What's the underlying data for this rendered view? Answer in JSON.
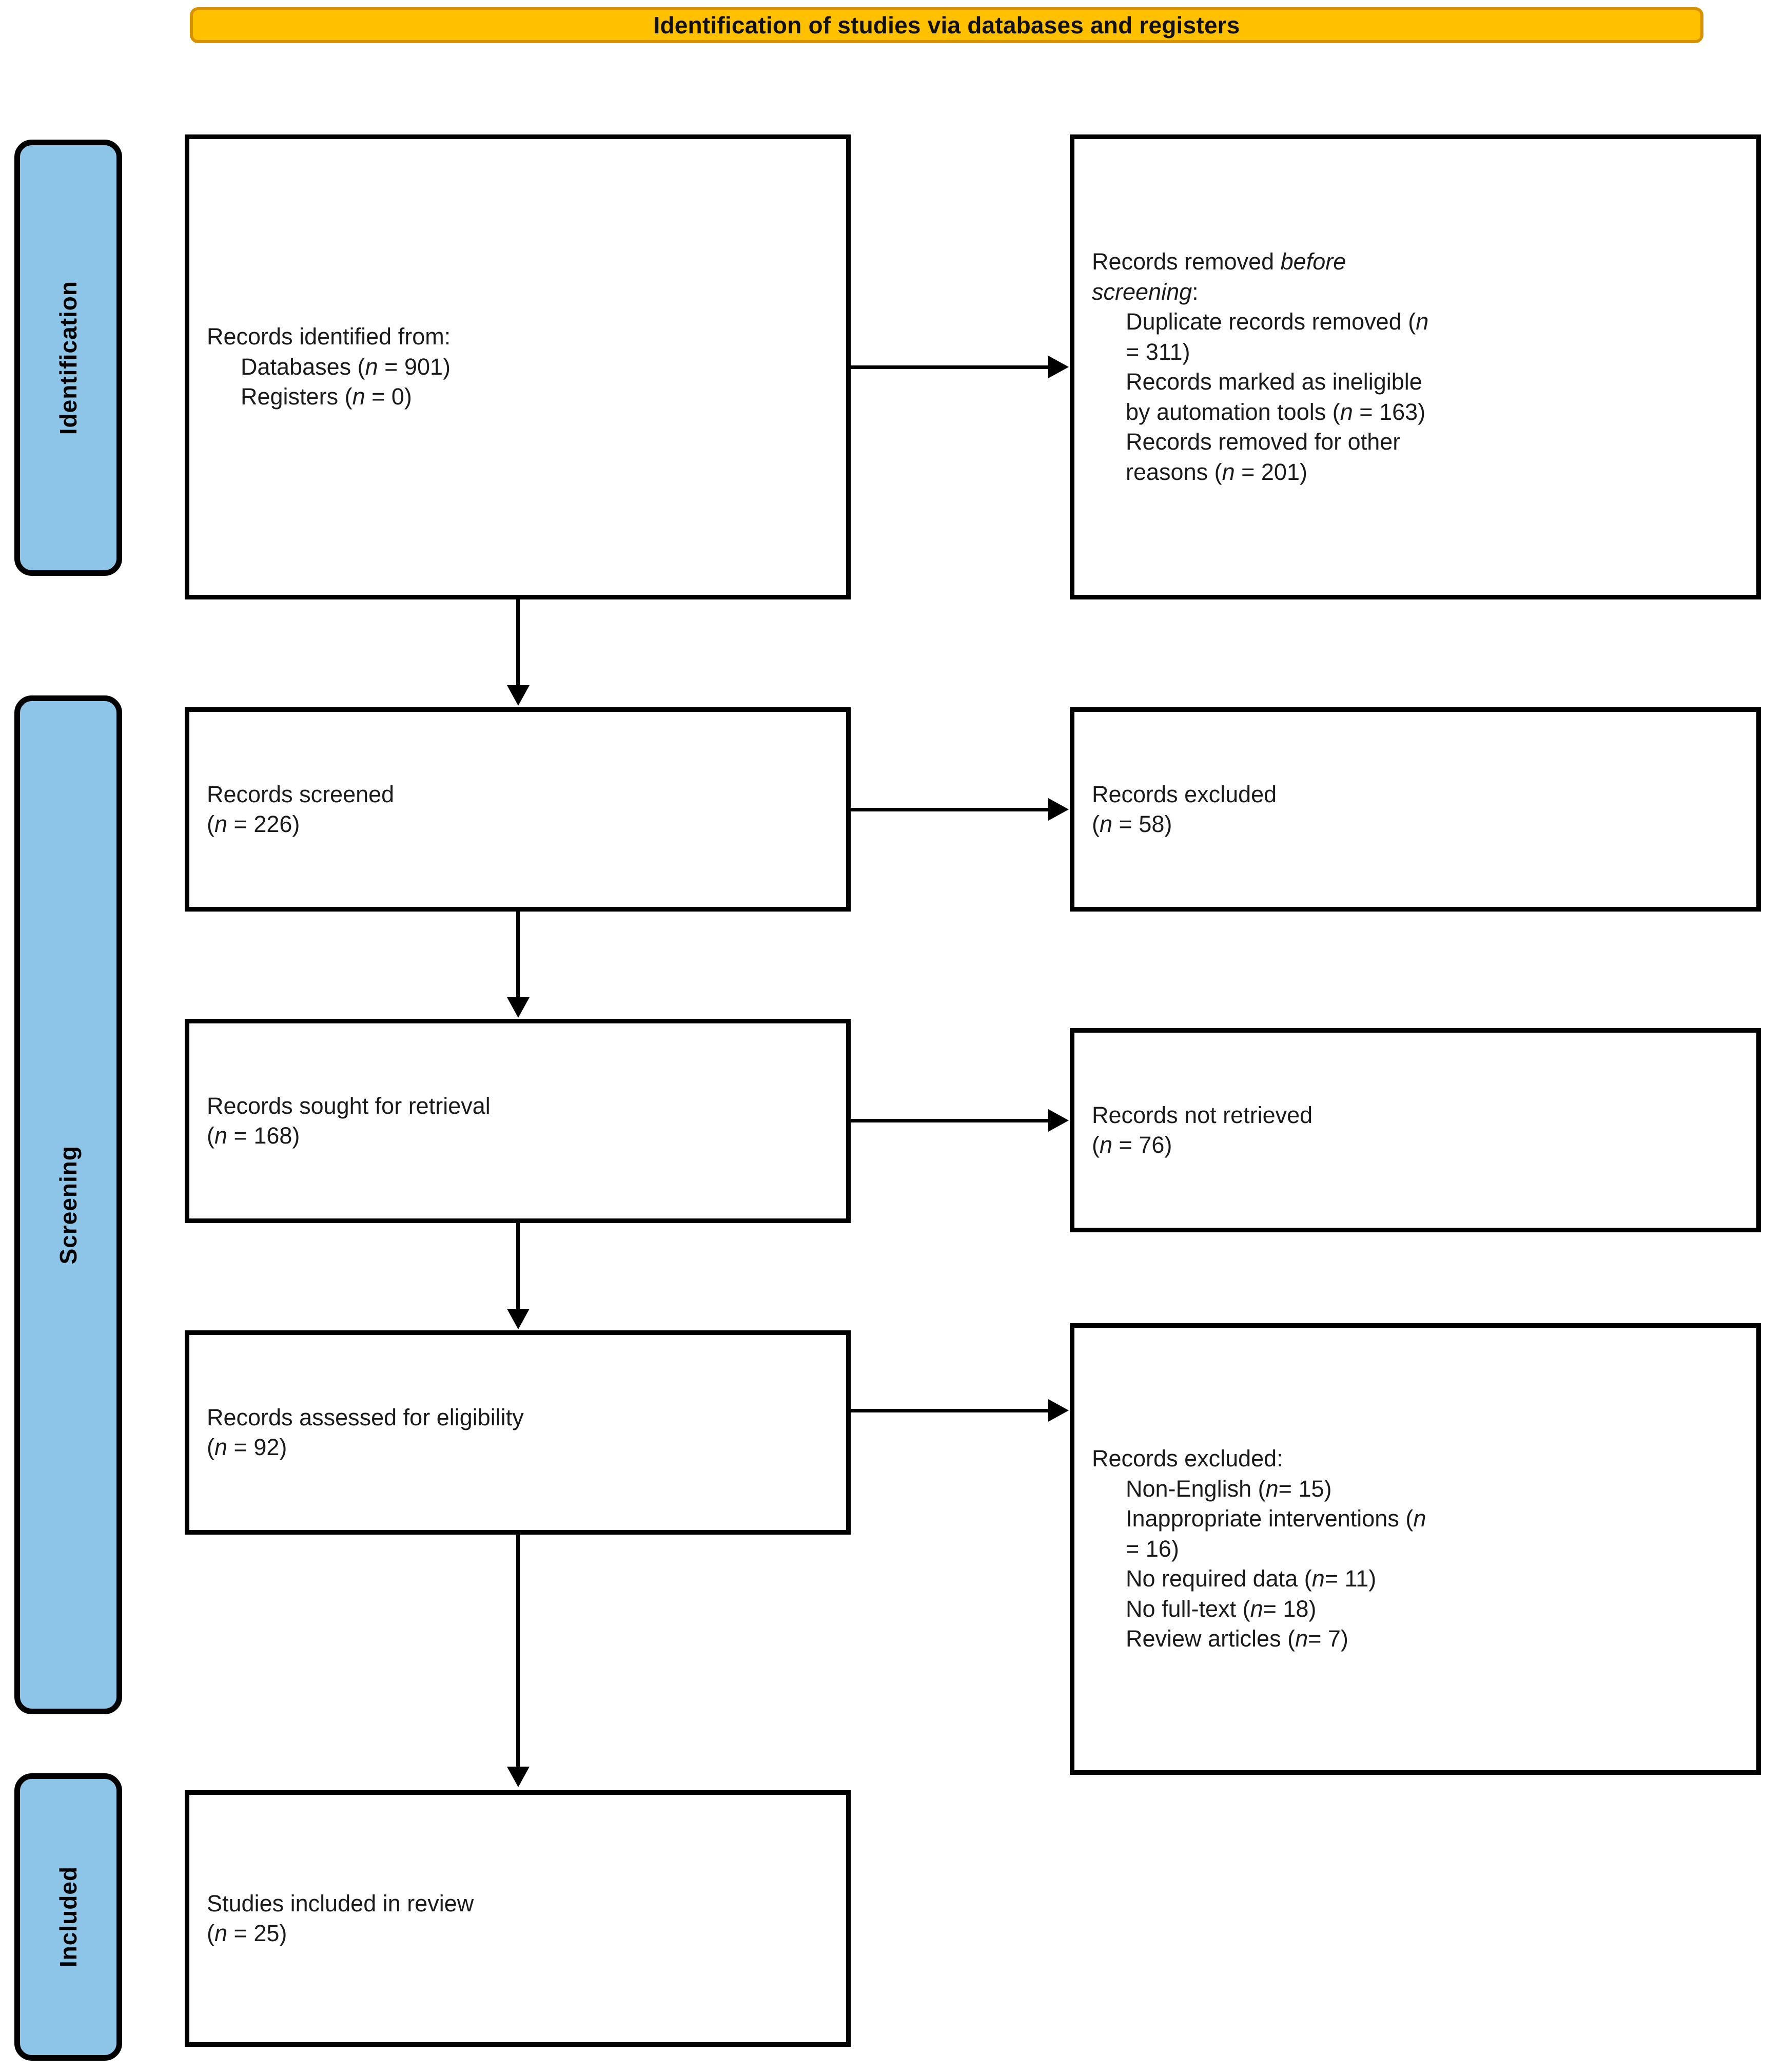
{
  "banner": {
    "title": "Identification of studies via databases and registers",
    "fill": "#FFC000",
    "stroke": "#D79200"
  },
  "rails": {
    "fill": "#8CC5E8",
    "items": [
      {
        "label": "Identification"
      },
      {
        "label": "Screening"
      },
      {
        "label": "Included"
      }
    ]
  },
  "boxes": {
    "identified": {
      "lines": [
        {
          "text": "Records identified from:",
          "indent": false
        },
        {
          "text": "Databases (",
          "indent": true,
          "em": "n",
          "tail": " = 901)"
        },
        {
          "text": "Registers (",
          "indent": true,
          "em": "n",
          "tail": " = 0)"
        }
      ],
      "l0": "Records identified from:",
      "l1_pre": "Databases (",
      "l1_em": "n",
      "l1_post": " = 901)",
      "l2_pre": "Registers (",
      "l2_em": "n",
      "l2_post": " = 0)"
    },
    "removed_before_screening": {
      "l0_pre": "Records removed ",
      "l0_em": "before",
      "l1_em": "screening",
      "l1_post": ":",
      "l2_pre": "Duplicate records removed (",
      "l2_em": "n",
      "l3": "= 311)",
      "l4": "Records marked as ineligible",
      "l5_pre": "by automation tools (",
      "l5_em": "n",
      "l5_post": " = 163)",
      "l6": "Records removed for other",
      "l7_pre": "reasons (",
      "l7_em": "n",
      "l7_post": " = 201)"
    },
    "screened": {
      "l0": "Records screened",
      "l1_pre": "(",
      "l1_em": "n",
      "l1_post": " = 226)"
    },
    "excluded_screening": {
      "l0": "Records excluded",
      "l1_pre": "(",
      "l1_em": "n",
      "l1_post": " = 58)"
    },
    "sought": {
      "l0": "Records sought for retrieval",
      "l1_pre": "(",
      "l1_em": "n",
      "l1_post": " = 168)"
    },
    "not_retrieved": {
      "l0": "Records not retrieved",
      "l1_pre": "(",
      "l1_em": "n",
      "l1_post": " = 76)"
    },
    "assessed": {
      "l0": "Records assessed for eligibility",
      "l1_pre": "(",
      "l1_em": "n",
      "l1_post": " = 92)"
    },
    "excluded_eligibility": {
      "l0": "Records excluded:",
      "l1_pre": "Non-English (",
      "l1_em": "n",
      "l1_post": "= 15)",
      "l2_pre": "Inappropriate interventions (",
      "l2_em": "n",
      "l3": "= 16)",
      "l4_pre": "No required data (",
      "l4_em": "n",
      "l4_post": "= 11)",
      "l5_pre": "No full-text (",
      "l5_em": "n",
      "l5_post": "= 18)",
      "l6_pre": "Review articles (",
      "l6_em": "n",
      "l6_post": "= 7)"
    },
    "included": {
      "l0": "Studies included in review",
      "l1_pre": "(",
      "l1_em": "n",
      "l1_post": " = 25)"
    }
  },
  "chart_data": {
    "type": "diagram",
    "title": "PRISMA 2020 flow diagram — Identification of studies via databases and registers",
    "stages": [
      {
        "stage": "Identification",
        "nodes": [
          {
            "label": "Records identified from: Databases",
            "n": 901
          },
          {
            "label": "Records identified from: Registers",
            "n": 0
          },
          {
            "label": "Duplicate records removed",
            "n": 311
          },
          {
            "label": "Records marked as ineligible by automation tools",
            "n": 163
          },
          {
            "label": "Records removed for other reasons",
            "n": 201
          }
        ]
      },
      {
        "stage": "Screening",
        "nodes": [
          {
            "label": "Records screened",
            "n": 226
          },
          {
            "label": "Records excluded",
            "n": 58
          },
          {
            "label": "Records sought for retrieval",
            "n": 168
          },
          {
            "label": "Records not retrieved",
            "n": 76
          },
          {
            "label": "Records assessed for eligibility",
            "n": 92
          },
          {
            "label": "Records excluded: Non-English",
            "n": 15
          },
          {
            "label": "Records excluded: Inappropriate interventions",
            "n": 16
          },
          {
            "label": "Records excluded: No required data",
            "n": 11
          },
          {
            "label": "Records excluded: No full-text",
            "n": 18
          },
          {
            "label": "Records excluded: Review articles",
            "n": 7
          }
        ]
      },
      {
        "stage": "Included",
        "nodes": [
          {
            "label": "Studies included in review",
            "n": 25
          }
        ]
      }
    ]
  }
}
